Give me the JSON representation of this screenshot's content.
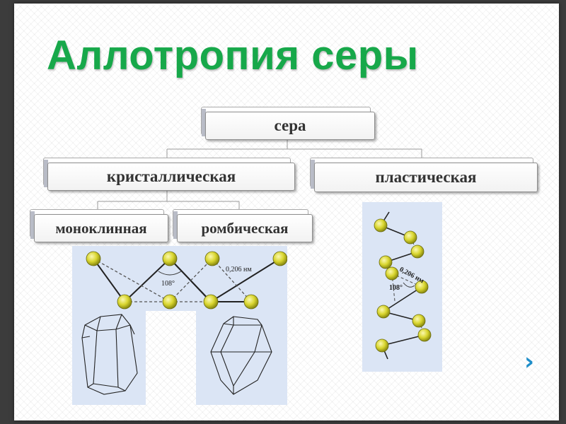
{
  "slide": {
    "title": "Аллотропия серы",
    "hierarchy": {
      "root": "сера",
      "level2": [
        "кристаллическая",
        "пластическая"
      ],
      "level3": [
        "моноклинная",
        "ромбическая"
      ]
    },
    "chain_labels": {
      "bond_length": "0,206 нм",
      "bond_angle": "108°"
    },
    "colors": {
      "title": "#17a84a",
      "atom": "#d9d630",
      "panel": "#dbe5f5",
      "nav": "#1f8ec9"
    },
    "navigation": {
      "next_icon": "›"
    }
  }
}
